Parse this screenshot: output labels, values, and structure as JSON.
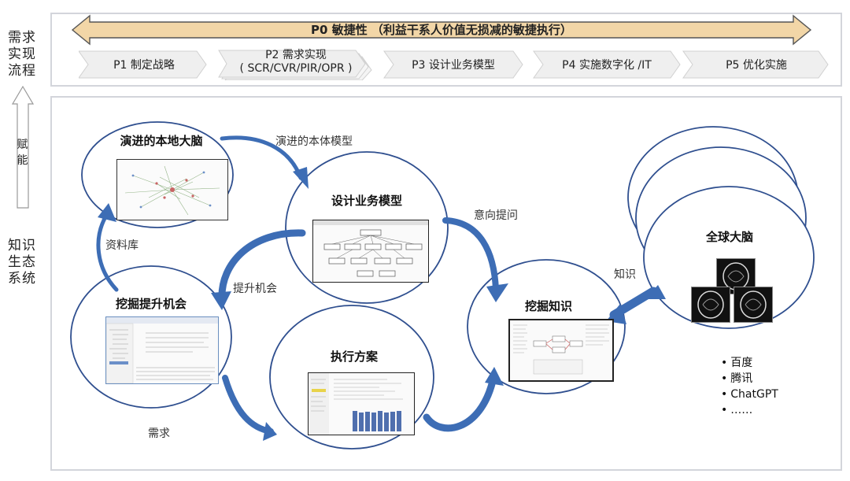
{
  "left_labels": {
    "process": "需求\n实现\n流程",
    "empower": "赋\n能",
    "ecosystem": "知识\n生态\n系统"
  },
  "p0_banner": "P0 敏捷性 （利益干系人价值无损减的敏捷执行）",
  "steps": [
    {
      "label": "P1 制定战略"
    },
    {
      "label": "P2 需求实现\n( SCR/CVR/PIR/OPR )"
    },
    {
      "label": "P3 设计业务模型"
    },
    {
      "label": "P4 实施数字化 /IT"
    },
    {
      "label": "P5 优化实施"
    }
  ],
  "nodes": {
    "local_brain": "演进的本地大脑",
    "design_model": "设计业务模型",
    "mine_opportunity": "挖掘提升机会",
    "execute_plan": "执行方案",
    "mine_knowledge": "挖掘知识",
    "global_brain": "全球大脑"
  },
  "edges": {
    "ontology": "演进的本体模型",
    "intent": "意向提问",
    "library": "资料库",
    "opportunity": "提升机会",
    "demand": "需求",
    "knowledge": "知识"
  },
  "global_sources": [
    "百度",
    "腾讯",
    "ChatGPT",
    "……"
  ],
  "colors": {
    "arrow_fill": "#f2d6a7",
    "arrow_stroke": "#555555",
    "flow_blue": "#3d6db5",
    "panel_border": "#d3d5db"
  }
}
